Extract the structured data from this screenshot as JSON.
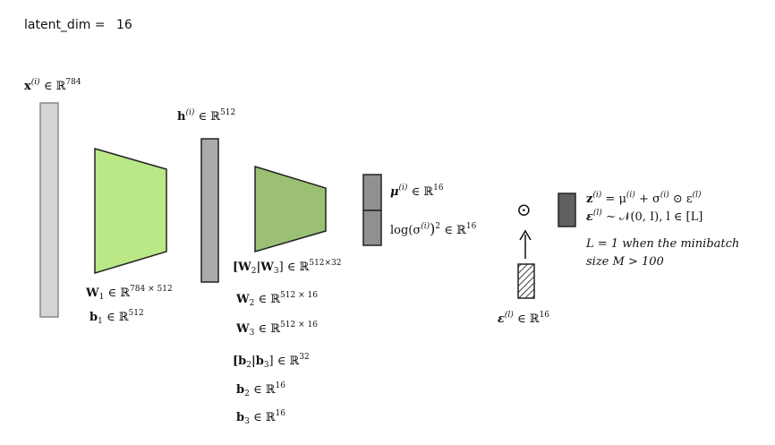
{
  "header": {
    "param_name": "latent_dim",
    "equals": "=",
    "param_value": "16"
  },
  "input": {
    "sym": "x",
    "sup": "(i)",
    "rest": "∈ ℝ",
    "dim": "784"
  },
  "hidden": {
    "sym": "h",
    "sup": "(i)",
    "rest": "∈ ℝ",
    "dim": "512"
  },
  "encoder1": {
    "w_sym": "W",
    "w_sub": "1",
    "w_rest": "∈ ℝ",
    "w_dim": "784 × 512",
    "b_sym": "b",
    "b_sub": "1",
    "b_rest": "∈ ℝ",
    "b_dim": "512"
  },
  "encoder2": {
    "lines": [
      {
        "text": "[W",
        "sub1": "2",
        "mid": "|W",
        "sub2": "3",
        "end": "] ∈ ℝ",
        "dim": "512×32"
      },
      {
        "text": "W",
        "sub1": "2",
        "end": " ∈ ℝ",
        "dim": "512 × 16"
      },
      {
        "text": "W",
        "sub1": "3",
        "end": " ∈ ℝ",
        "dim": "512 × 16"
      },
      {
        "text": "[b",
        "sub1": "2",
        "mid": "|b",
        "sub2": "3",
        "end": "] ∈ ℝ",
        "dim": "32"
      },
      {
        "text": "b",
        "sub1": "2",
        "end": " ∈ ℝ",
        "dim": "16"
      },
      {
        "text": "b",
        "sub1": "3",
        "end": " ∈ ℝ",
        "dim": "16"
      }
    ]
  },
  "mu": {
    "sym": "μ",
    "sup": "(i)",
    "rest": "∈ ℝ",
    "dim": "16"
  },
  "logsigma": {
    "pre": "log(σ",
    "sup": "(i)",
    "post": ")",
    "pow": "2",
    "rest": " ∈ ℝ",
    "dim": "16"
  },
  "odot_symbol": "⊙",
  "epsilon": {
    "sym": "ε",
    "sup": "(l)",
    "rest": "∈ ℝ",
    "dim": "16"
  },
  "z_eq": {
    "line1_a": "z",
    "line1_sup1": "(i)",
    "line1_b": " = μ",
    "line1_sup2": "(i)",
    "line1_c": " + σ",
    "line1_sup3": "(i)",
    "line1_d": " ⊙ ε",
    "line1_sup4": "(l)",
    "line2_a": "ε",
    "line2_sup": "(l)",
    "line2_b": " ∼ 𝒩(0, I),  l ∈ [L]",
    "note1": "L = 1 when the minibatch",
    "note2": "size M > 100"
  },
  "colors": {
    "input_bar": "#d4d4d4",
    "hidden_bar": "#aaaaaa",
    "trap1": "#bae887",
    "trap2": "#9bc073",
    "mu_box": "#909090",
    "z_box": "#606060",
    "outline": "#222222"
  }
}
